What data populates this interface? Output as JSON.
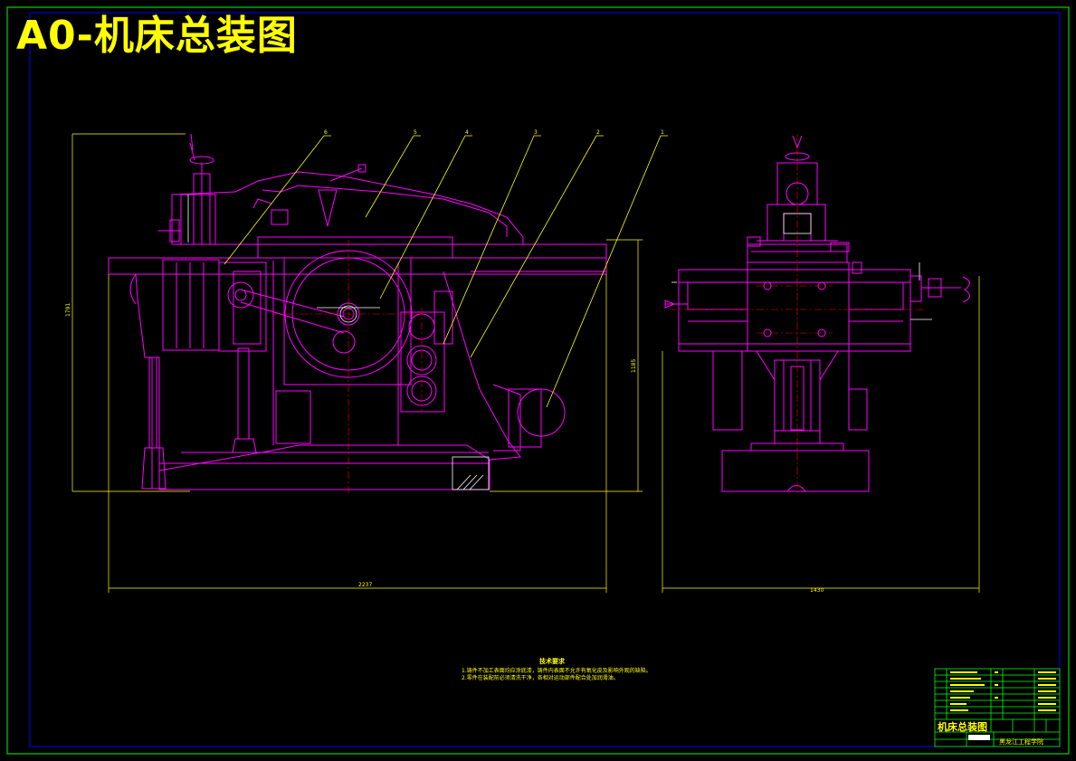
{
  "title": "A0-机床总装图",
  "colors": {
    "background": "#000000",
    "outer_border": "#00ff00",
    "inner_border": "#0000ff",
    "geometry": "#ff00ff",
    "annotation": "#ffff00",
    "centerline": "#ff0000",
    "detail_white": "#ffffff"
  },
  "balloons": [
    "6",
    "5",
    "4",
    "3",
    "2",
    "1"
  ],
  "dimensions": {
    "front_width": "2237",
    "front_height_left": "1791",
    "front_height_right": "1185",
    "side_width": "1430"
  },
  "technical_notes": {
    "heading": "技术要求",
    "lines": [
      "1.铸件不加工表面均应涂底漆，铸件内表面不允许有氧化皮及影响外观的缺陷。",
      "2.零件在装配前必须清洗干净，各相对运动部件配合处加润滑油。"
    ]
  },
  "title_block": {
    "drawing_name": "机床总装图",
    "school": "黑龙江工程学院"
  }
}
